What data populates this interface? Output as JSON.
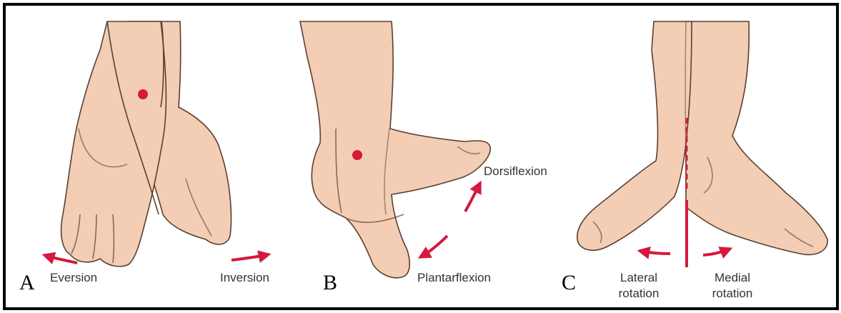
{
  "colors": {
    "skin": "#f3cdb4",
    "skin_shade": "#e6b395",
    "outline": "#5a3f33",
    "accent": "#d6183c",
    "frame": "#000000"
  },
  "panels": [
    {
      "letter": "A",
      "labels": [
        "Eversion",
        "Inversion"
      ]
    },
    {
      "letter": "B",
      "labels": [
        "Dorsiflexion",
        "Plantarflexion"
      ]
    },
    {
      "letter": "C",
      "labels": [
        "Lateral\nrotation",
        "Medial\nrotation"
      ]
    }
  ]
}
